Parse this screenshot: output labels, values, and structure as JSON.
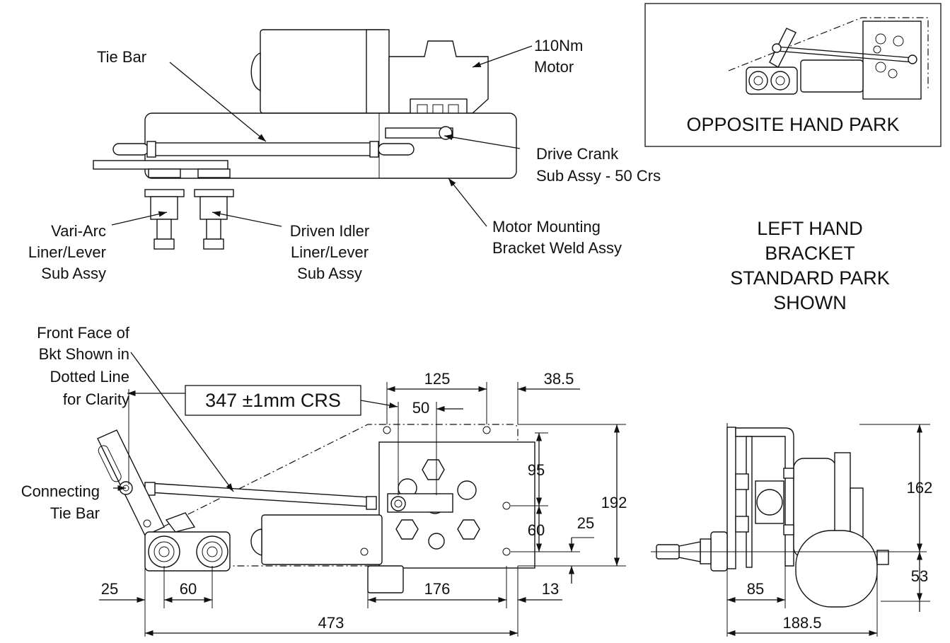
{
  "labels": {
    "tie_bar": "Tie Bar",
    "motor_1": "110Nm",
    "motor_2": "Motor",
    "drive_crank_1": "Drive Crank",
    "drive_crank_2": "Sub Assy - 50 Crs",
    "vari_arc_1": "Vari-Arc",
    "vari_arc_2": "Liner/Lever",
    "vari_arc_3": "Sub Assy",
    "driven_idler_1": "Driven Idler",
    "driven_idler_2": "Liner/Lever",
    "driven_idler_3": "Sub Assy",
    "bracket_1": "Motor Mounting",
    "bracket_2": "Bracket Weld Assy",
    "inset_title": "OPPOSITE HAND PARK",
    "lh_1": "LEFT HAND",
    "lh_2": "BRACKET",
    "lh_3": "STANDARD PARK",
    "lh_4": "SHOWN",
    "front_face_1": "Front Face of",
    "front_face_2": "Bkt Shown in",
    "front_face_3": "Dotted Line",
    "front_face_4": "for Clarity",
    "connecting_1": "Connecting",
    "connecting_2": "Tie Bar",
    "crs_box": "347 ±1mm CRS"
  },
  "dimensions": {
    "d125": "125",
    "d38_5": "38.5",
    "d50": "50",
    "d95": "95",
    "d192": "192",
    "d25_right": "25",
    "d60_right": "60",
    "d25_left": "25",
    "d60_left": "60",
    "d176": "176",
    "d13": "13",
    "d473": "473",
    "d162": "162",
    "d53": "53",
    "d85": "85",
    "d188_5": "188.5"
  }
}
